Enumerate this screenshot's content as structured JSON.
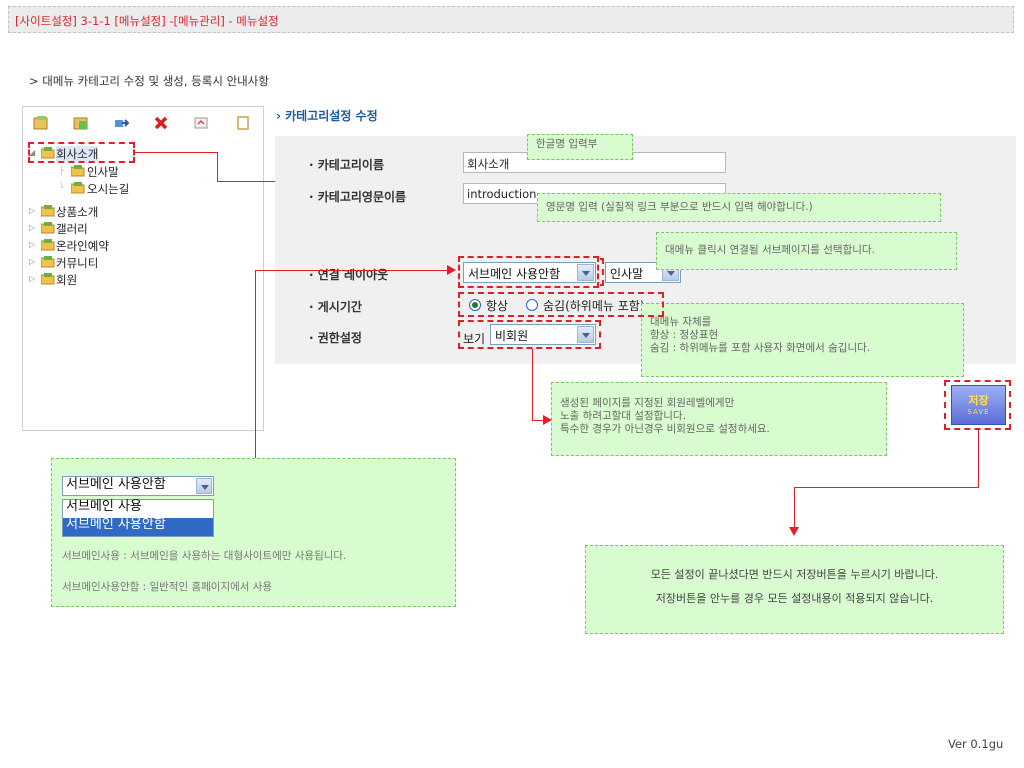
{
  "header": {
    "breadcrumb": "[사이트설정] 3-1-1 [메뉴설정] -[메뉴관리] - 메뉴설정"
  },
  "intro": "> 대메뉴 카테고리 수정 및 생성, 등록시 안내사항",
  "toolbar": {
    "icons": [
      "add-category-icon",
      "add-subcategory-icon",
      "move-icon",
      "delete-icon",
      "refresh-icon",
      "blank-page-icon"
    ]
  },
  "tree": {
    "items": [
      {
        "label": "회사소개",
        "expanded": true,
        "selected": true
      },
      {
        "label": "인사말",
        "child": true
      },
      {
        "label": "오시는길",
        "child": true
      },
      {
        "label": "상품소개"
      },
      {
        "label": "갤러리"
      },
      {
        "label": "온라인예약"
      },
      {
        "label": "커뮤니티"
      },
      {
        "label": "회원"
      }
    ]
  },
  "form": {
    "section_title": "카테고리설정 수정",
    "category_name_label": "카테고리이름",
    "category_name_value": "회사소개",
    "category_eng_label": "카테고리영문이름",
    "category_eng_value": "introduction",
    "layout_label": "연결 레이아웃",
    "layout_select": "서브메인 사용안함",
    "layout_subpage_select": "인사말",
    "period_label": "게시기간",
    "period_always": "항상",
    "period_hide": "숨김(하위메뉴 포함)",
    "period_selected": "always",
    "permission_label": "권한설정",
    "permission_prefix": "보기",
    "permission_select": "비회원"
  },
  "tips": {
    "korean_name": "한글명 입력부",
    "english_name": "영문명 입력 (실질적 링크 부분으로 반드시 입력 해야합니다.)",
    "subpage": "대메뉴 클릭시 연결될 서브페이지를 선택합니다.",
    "period_line1": "대메뉴 자체를",
    "period_line2": "항상 : 정상표현",
    "period_line3": "숨김 : 하위메뉴를 포함 사용자 화면에서 숨깁니다.",
    "permission_line1": "생성된 페이지를 지정된 회원레벨에게만",
    "permission_line2": "노출 하려고할대 설정합니다.",
    "permission_line3": "특수한 경우가 아닌경우 비회원으로 설정하세요.",
    "save_line1": "모든 설정이 끝나셨다면 반드시 저장버튼을 누르시기 바랍니다.",
    "save_line2": "저장버튼을 안누를 경우 모든 설정내용이 적용되지 않습니다."
  },
  "layout_demo": {
    "select_value": "서브메인 사용안함",
    "options": [
      "서브메인 사용",
      "서브메인 사용안함"
    ],
    "note1": "서브메인사용 : 서브메인을 사용하는 대형사이트에만 사용됩니다.",
    "note2": "서브메인사용안함 : 일반적인 홈페이지에서 사용"
  },
  "save_button": {
    "label_ko": "저장",
    "label_en": "SAVE"
  },
  "version": "Ver 0.1gu",
  "colors": {
    "accent_red": "#e21e28",
    "tip_bg": "#d9fbd0",
    "tip_border": "#7dc46a",
    "title_blue": "#1d5a99"
  }
}
